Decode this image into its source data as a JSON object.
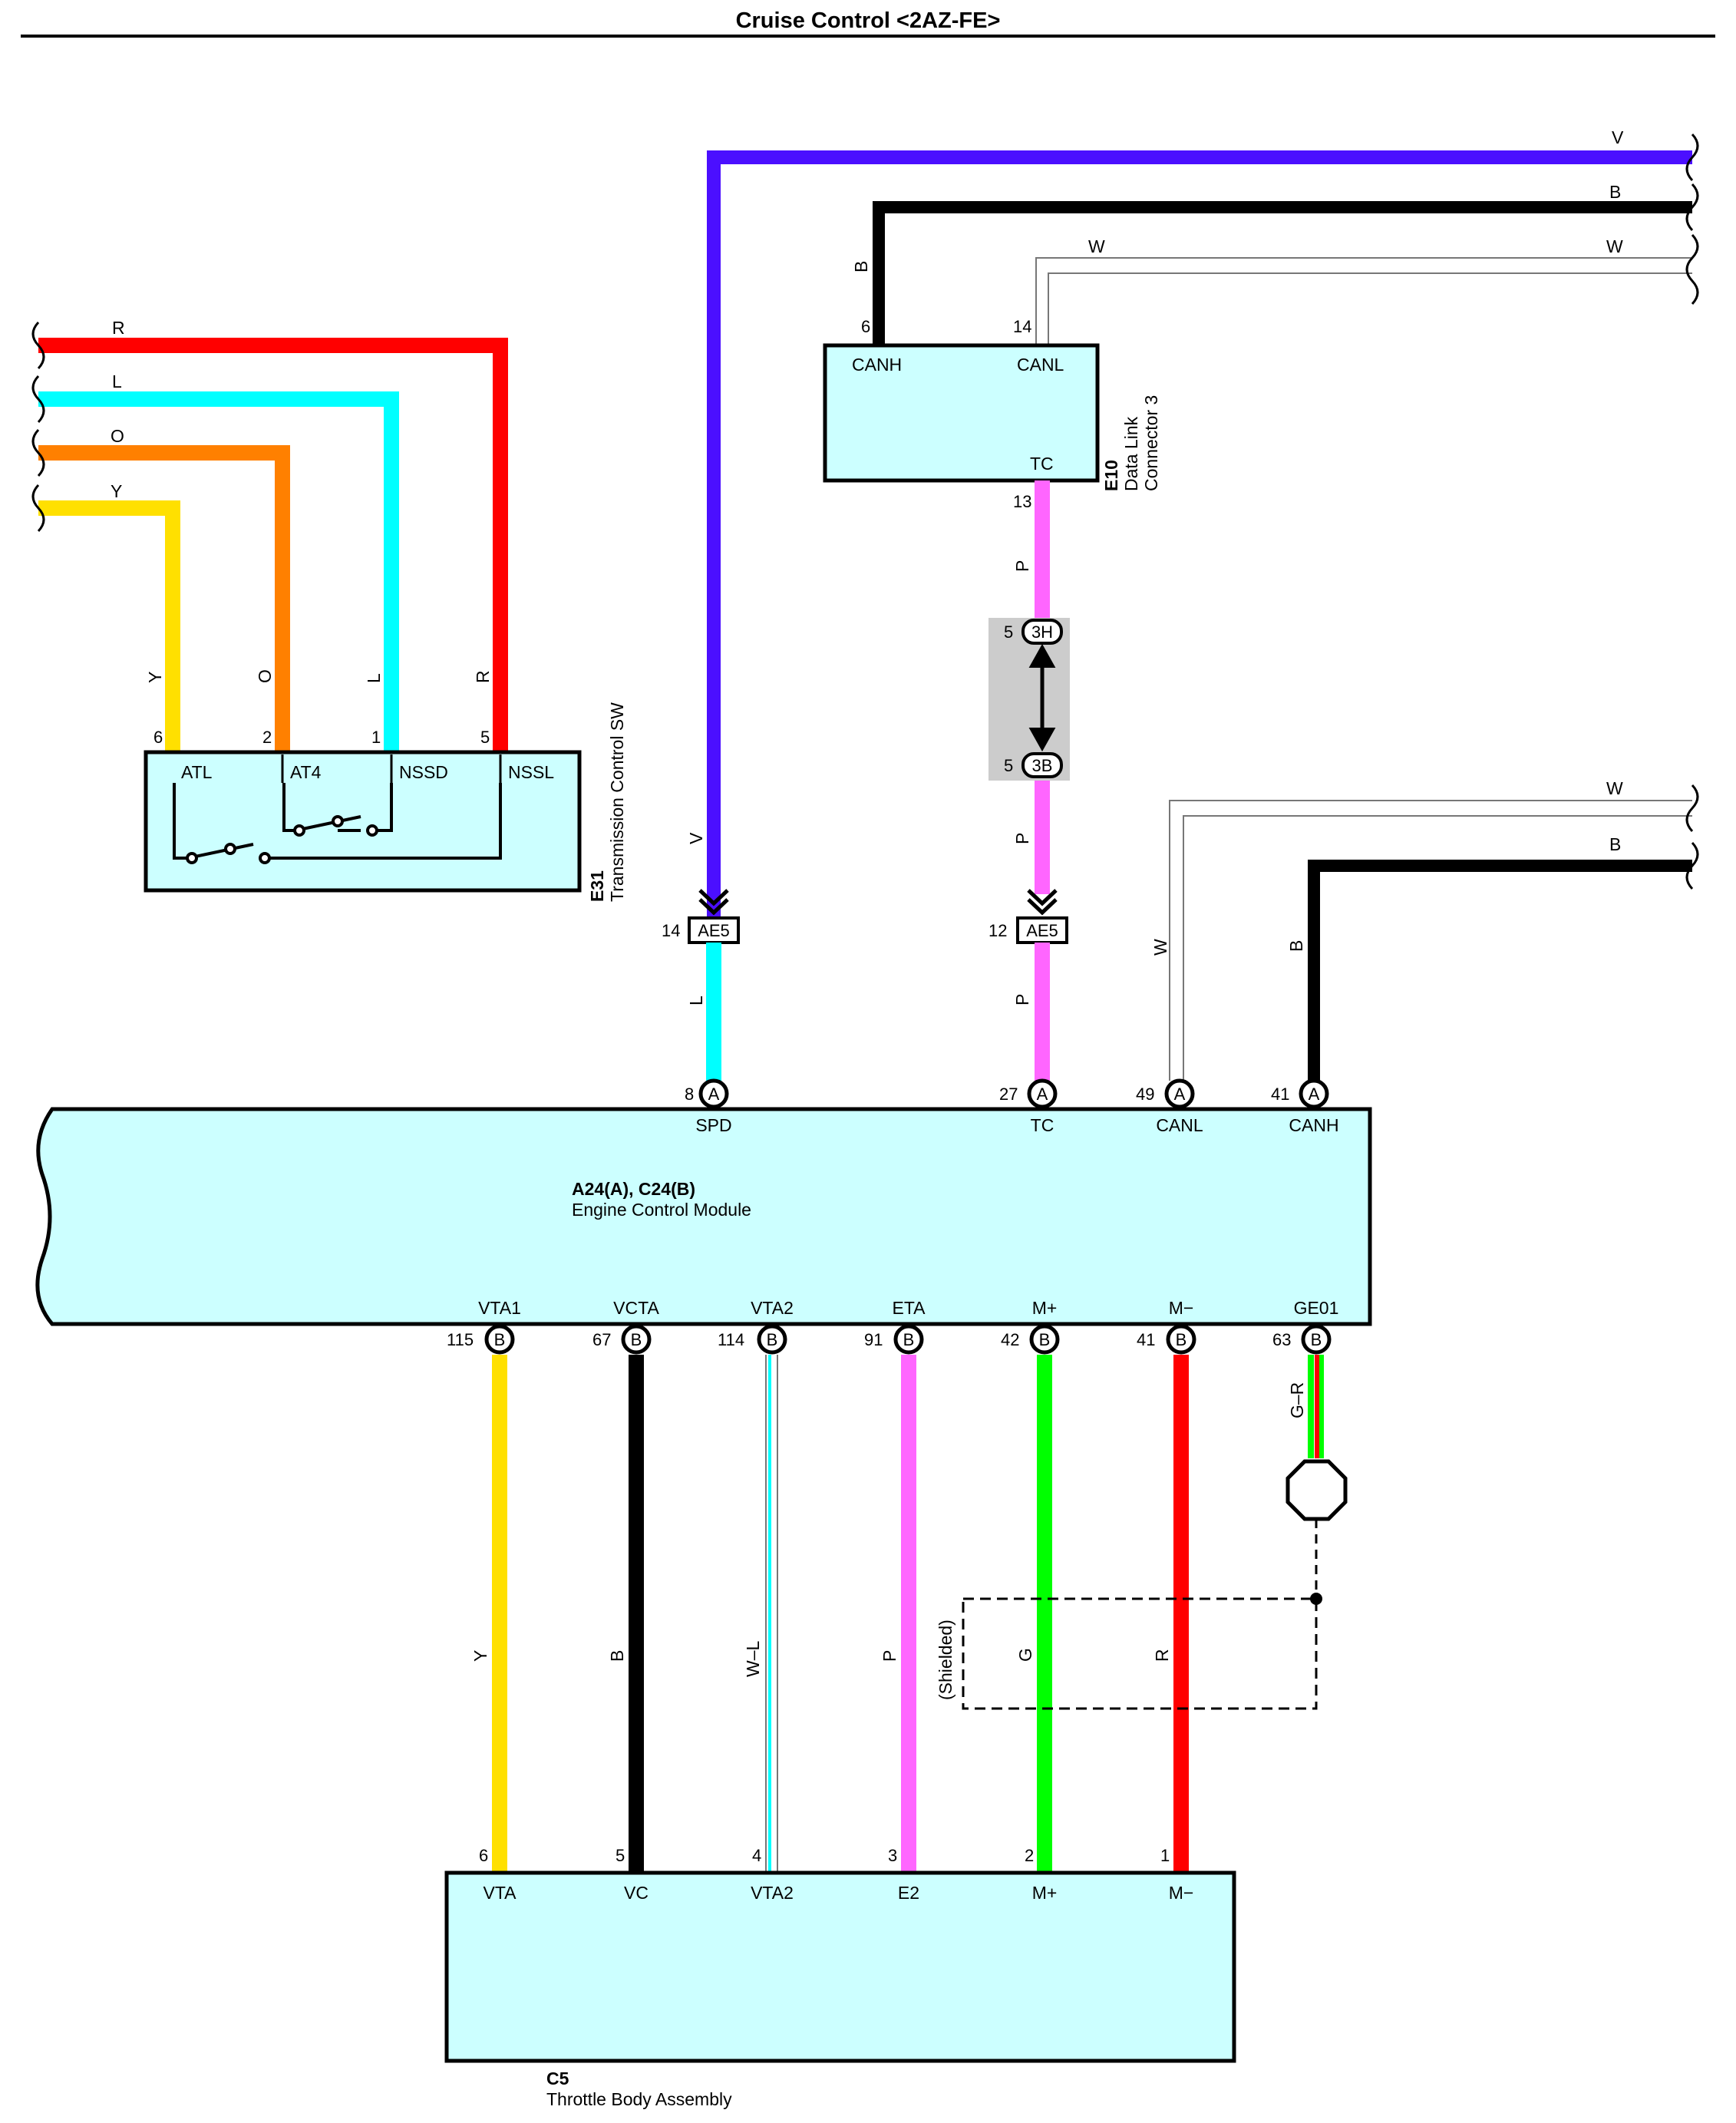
{
  "title": "Cruise Control <2AZ-FE>",
  "colors": {
    "connector_fill": "#ccffff",
    "wire_red": "#ff0000",
    "wire_cyan": "#00ffff",
    "wire_orange": "#ff8000",
    "wire_yellow": "#ffe000",
    "wire_violet": "#4b0fff",
    "wire_pink": "#ff66ff",
    "wire_green": "#00ff00",
    "wire_black": "#000000",
    "junction_fill": "#cccccc"
  },
  "components": {
    "e31": {
      "code": "E31",
      "name": "Transmission Control SW",
      "terminals": [
        "ATL",
        "AT4",
        "NSSD",
        "NSSL"
      ],
      "pins": [
        "6",
        "2",
        "1",
        "5"
      ]
    },
    "e10": {
      "code": "E10",
      "name_line1": "Data Link",
      "name_line2": "Connector 3",
      "terminals": [
        "CANH",
        "CANL",
        "TC"
      ],
      "pins": [
        "6",
        "14",
        "13"
      ]
    },
    "ecm": {
      "code": "A24(A), C24(B)",
      "name": "Engine Control Module",
      "top_terminals": [
        "SPD",
        "TC",
        "CANL",
        "CANH"
      ],
      "top_pins": [
        "8",
        "27",
        "49",
        "41"
      ],
      "top_conn": [
        "A",
        "A",
        "A",
        "A"
      ],
      "bottom_terminals": [
        "VTA1",
        "VCTA",
        "VTA2",
        "ETA",
        "M+",
        "M−",
        "GE01"
      ],
      "bottom_pins": [
        "115",
        "67",
        "114",
        "91",
        "42",
        "41",
        "63"
      ],
      "bottom_conn": [
        "B",
        "B",
        "B",
        "B",
        "B",
        "B",
        "B"
      ]
    },
    "c5": {
      "code": "C5",
      "name": "Throttle Body Assembly",
      "terminals": [
        "VTA",
        "VC",
        "VTA2",
        "E2",
        "M+",
        "M−"
      ],
      "pins": [
        "6",
        "5",
        "4",
        "3",
        "2",
        "1"
      ]
    }
  },
  "junction": {
    "top_code": "3H",
    "top_pin": "5",
    "bottom_code": "3B",
    "bottom_pin": "5"
  },
  "inline_connectors": [
    {
      "code": "AE5",
      "pin": "14"
    },
    {
      "code": "AE5",
      "pin": "12"
    }
  ],
  "wire_labels": {
    "right_top": [
      "V",
      "B",
      "W",
      "W"
    ],
    "right_mid": [
      "W",
      "B"
    ],
    "left_incoming": [
      "R",
      "L",
      "O",
      "Y"
    ],
    "e31_vertical": [
      "Y",
      "O",
      "L",
      "R"
    ],
    "e10_b": "B",
    "spd_upper": "V",
    "spd_lower": "L",
    "tc_p1": "P",
    "tc_p2": "P",
    "tc_p3": "P",
    "canl_w": "W",
    "canh_b": "B",
    "throttle": [
      "Y",
      "B",
      "W–L",
      "P",
      "G",
      "R"
    ],
    "ge01": "G–R",
    "shielded": "(Shielded)"
  }
}
